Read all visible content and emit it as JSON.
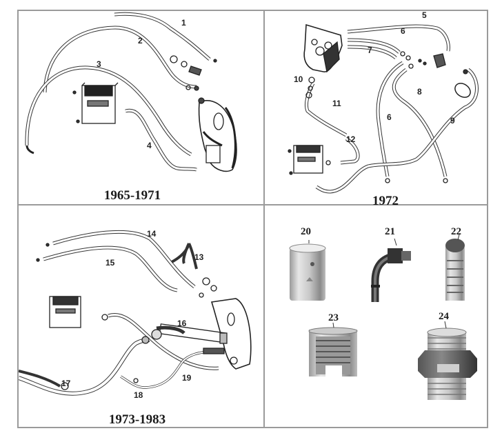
{
  "figure": {
    "panels": [
      {
        "id": "top-left",
        "caption": "1965-1971",
        "part_numbers": [
          "1",
          "2",
          "3",
          "4"
        ]
      },
      {
        "id": "top-right",
        "caption": "1972",
        "part_numbers": [
          "5",
          "6",
          "7",
          "10",
          "11",
          "8",
          "6",
          "9",
          "12"
        ]
      },
      {
        "id": "bottom-left",
        "caption": "1973-1983",
        "part_numbers": [
          "14",
          "13",
          "15",
          "16",
          "19",
          "17",
          "18"
        ]
      },
      {
        "id": "bottom-right",
        "caption": "",
        "part_numbers": [
          "20",
          "21",
          "22",
          "23",
          "24"
        ]
      }
    ],
    "fittings": [
      {
        "number": "20",
        "icon": "hose-ferrule-sleeve"
      },
      {
        "number": "21",
        "icon": "elbow-banjo-fitting"
      },
      {
        "number": "22",
        "icon": "barbed-hose-nipple"
      },
      {
        "number": "23",
        "icon": "threaded-sleeve-cutaway"
      },
      {
        "number": "24",
        "icon": "hex-double-nipple"
      }
    ],
    "colors": {
      "border": "#9a9a9a",
      "ink": "#1a1a1a",
      "background": "#ffffff"
    }
  }
}
